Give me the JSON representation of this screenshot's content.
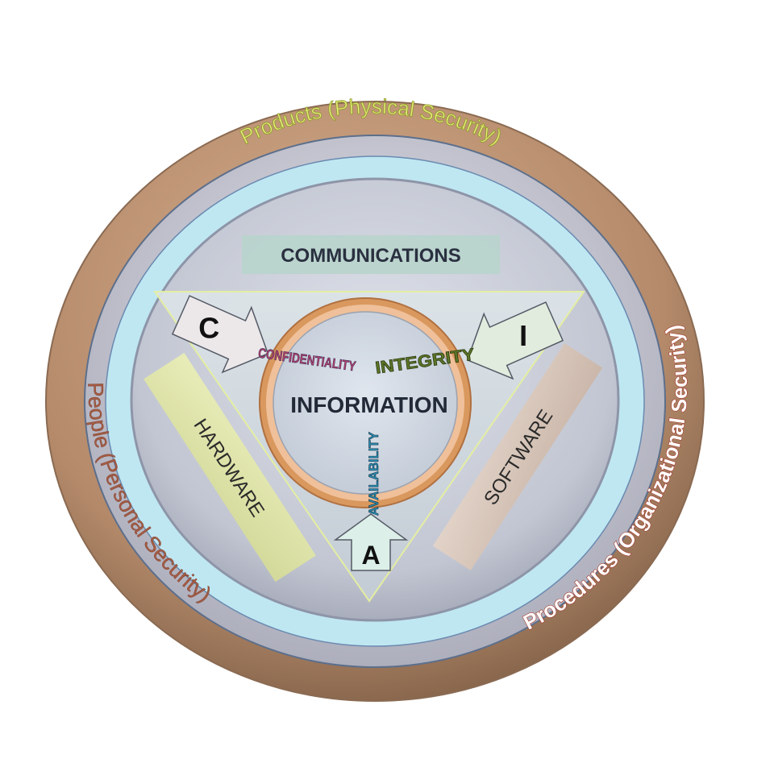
{
  "diagram": {
    "outer_rings": {
      "products": "Products (Physical Security)",
      "people": "People (Personal Security)",
      "procedures": "Procedures (Organizational Security)"
    },
    "components": {
      "communications": "COMMUNICATIONS",
      "hardware": "HARDWARE",
      "software": "SOFTWARE",
      "information": "INFORMATION"
    },
    "cia": {
      "c_letter": "C",
      "i_letter": "I",
      "a_letter": "A",
      "confidentiality": "CONFIDENTIALITY",
      "integrity": "INTEGRITY",
      "availability": "AVAILABILITY"
    },
    "colors": {
      "outer_ring": "#b48a6a",
      "cyan_ring": "#bfe7f2",
      "inner_disc": "#c4c9d4",
      "triangle": "#cfd6de",
      "info_ring": "#d9985e",
      "communications_box": "#b8d4cc",
      "hardware_box": "#dde3a8",
      "software_box": "#d8c7bb",
      "products_text": "#e7ee7a",
      "people_text": "#a45c44",
      "procedures_text": "#ffffff",
      "procedures_stroke": "#a53a2c",
      "confidentiality_text": "#b2426a",
      "integrity_text": "#5c7828",
      "availability_text": "#2a8fb6"
    }
  }
}
